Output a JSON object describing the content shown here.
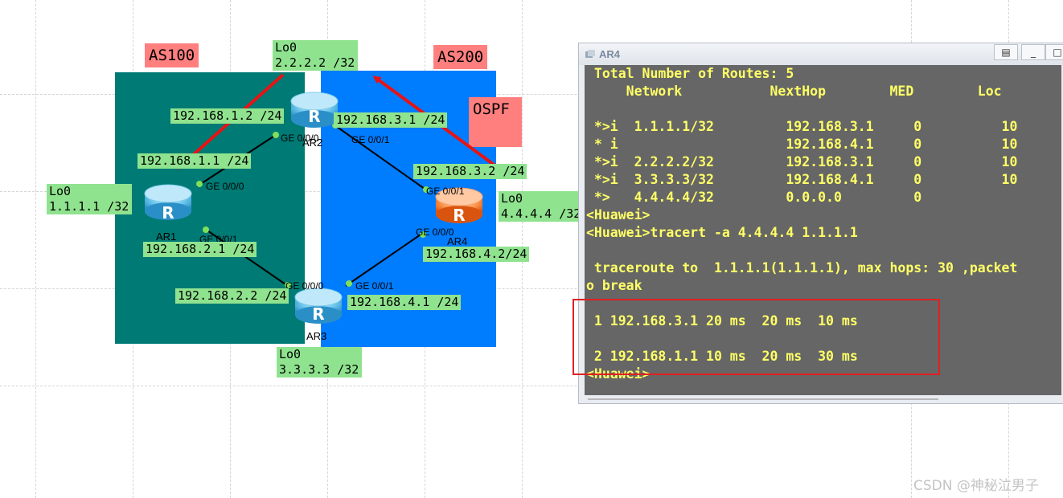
{
  "topology": {
    "as_tags": {
      "as100": "AS100",
      "as200": "AS200",
      "ospf": "OSPF"
    },
    "colors": {
      "as100_area": "#007a74",
      "as200_area": "#007cff",
      "label_bg": "#8fe38f",
      "tag_bg": "#ff7f7f",
      "arrow": "#e61414",
      "router_blue": "#3fa9dc",
      "router_orange": "#f06a1c"
    },
    "routers": [
      {
        "name": "AR1",
        "icon": "router-icon"
      },
      {
        "name": "AR2",
        "icon": "router-icon"
      },
      {
        "name": "AR3",
        "icon": "router-icon"
      },
      {
        "name": "AR4",
        "icon": "router-icon"
      }
    ],
    "labels": {
      "ar2_lo0": "Lo0\n2.2.2.2 /32",
      "ar1_lo0": "Lo0\n1.1.1.1 /32",
      "ar3_lo0": "Lo0\n3.3.3.3 /32",
      "ar4_lo0": "Lo0\n4.4.4.4 /32",
      "ar2_g000_ip": "192.168.1.2 /24",
      "ar1_g000_ip": "192.168.1.1 /24",
      "ar2_g001_ip": "192.168.3.1 /24",
      "ar4_g001_ip": "192.168.3.2 /24",
      "ar1_g001_ip": "192.168.2.1 /24",
      "ar3_g000_ip": "192.168.2.2 /24",
      "ar3_g001_ip": "192.168.4.1 /24",
      "ar4_g000_ip": "192.168.4.2/24"
    },
    "ports": {
      "ar2_g000": "GE 0/0/0",
      "ar2_g001": "GE 0/0/1",
      "ar1_g000": "GE 0/0/0",
      "ar1_g001": "GE 0/0/1",
      "ar4_g001": "GE 0/0/1",
      "ar4_g000": "GE 0/0/0",
      "ar3_g000": "GE 0/0/0",
      "ar3_g001": "GE 0/0/1"
    }
  },
  "terminal": {
    "title": "AR4",
    "buttons": {
      "restore": "▤",
      "minimize": "_",
      "close": "□"
    },
    "lines": [
      " Total Number of Routes: 5",
      "     Network           NextHop        MED        Loc",
      "",
      " *>i  1.1.1.1/32         192.168.3.1     0          10",
      " * i                     192.168.4.1     0          10",
      " *>i  2.2.2.2/32         192.168.3.1     0          10",
      " *>i  3.3.3.3/32         192.168.4.1     0          10",
      " *>   4.4.4.4/32         0.0.0.0         0",
      "<Huawei>",
      "<Huawei>tracert -a 4.4.4.4 1.1.1.1",
      "",
      " traceroute to  1.1.1.1(1.1.1.1), max hops: 30 ,packet",
      "o break",
      "",
      " 1 192.168.3.1 20 ms  20 ms  10 ms",
      "",
      " 2 192.168.1.1 10 ms  20 ms  30 ms",
      "<Huawei>"
    ]
  },
  "watermark": "CSDN @神秘泣男子"
}
